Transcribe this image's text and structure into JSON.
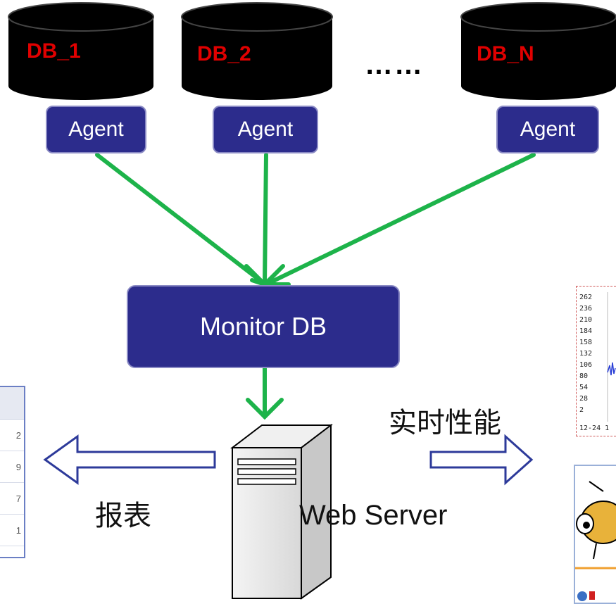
{
  "databases": [
    {
      "label": "DB_1"
    },
    {
      "label": "DB_2"
    },
    {
      "label": "DB_N"
    }
  ],
  "ellipsis": "……",
  "agents": [
    "Agent",
    "Agent",
    "Agent"
  ],
  "monitor_db": "Monitor DB",
  "web_server": "Web Server",
  "left_arrow_label": "报表",
  "right_arrow_label": "实时性能",
  "report_table": {
    "values": [
      "2",
      "9",
      "7",
      "1"
    ]
  },
  "perf_chart": {
    "y_ticks": [
      "262",
      "236",
      "210",
      "184",
      "158",
      "132",
      "106",
      "80",
      "54",
      "28",
      "2"
    ],
    "x_tick": "12-24 1"
  },
  "colors": {
    "db_fill": "#000000",
    "db_label": "#e00000",
    "box_fill": "#2c2c8c",
    "box_border": "#8a8ac4",
    "arrow": "#1db34a",
    "hollow_arrow": "#2d3a9a"
  }
}
